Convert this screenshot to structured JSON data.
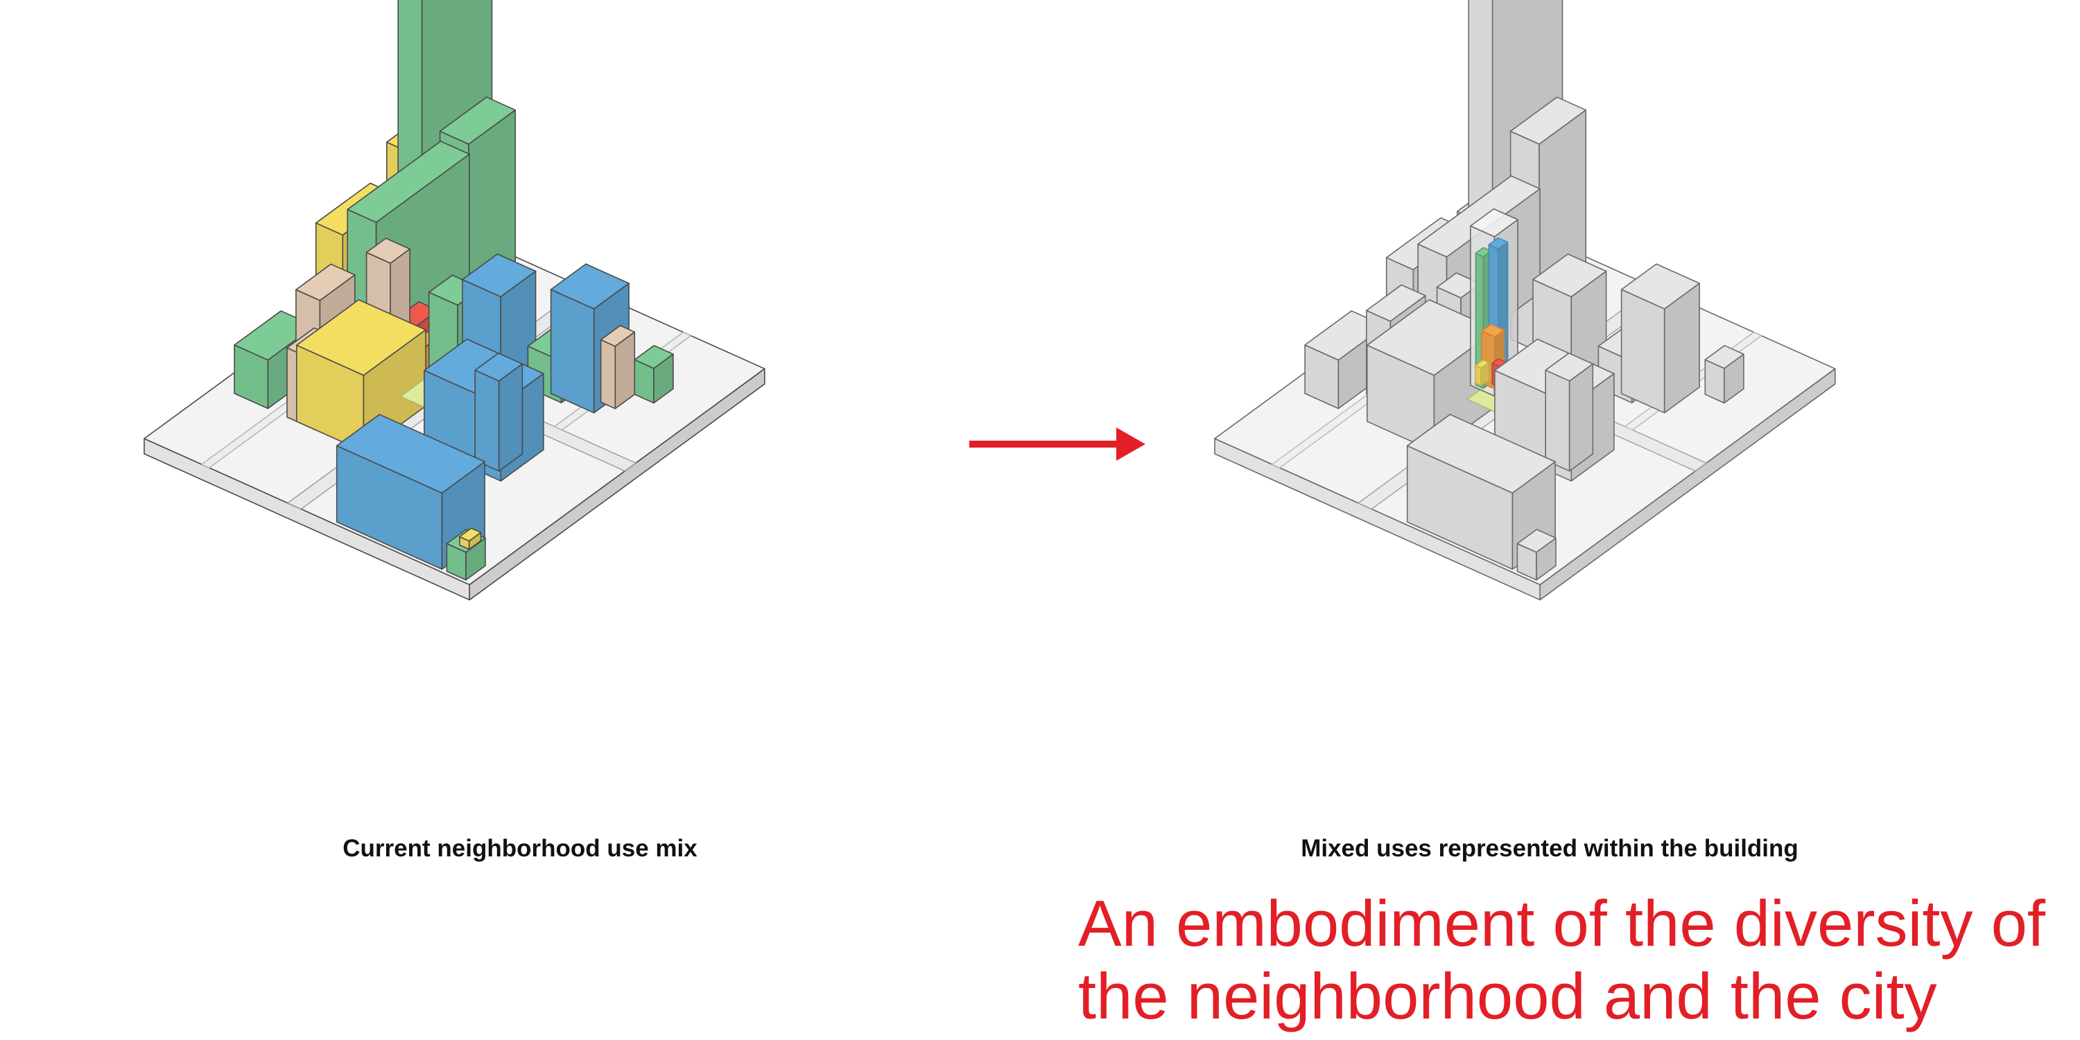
{
  "left_diagram": {
    "caption": "Current neighborhood use mix",
    "palette": {
      "green": "#7dcc96",
      "yellow": "#f4de62",
      "blue": "#62abdc",
      "tan": "#e5cdb5",
      "red": "#ed5a4c",
      "orange": "#f1a24a",
      "lime": "#dcec9c",
      "base": "#f3f3f3",
      "outline": "#4a4a4a"
    }
  },
  "right_diagram": {
    "caption": "Mixed uses represented within the building",
    "palette": {
      "grey": "#e6e6e6",
      "base": "#f3f3f3",
      "plaza": "#dcec9c",
      "outline": "#6a6a6a"
    }
  },
  "arrow": {
    "color": "#e21f26",
    "icon": "arrow-right-icon"
  },
  "headline": {
    "line1": "An embodiment of the diversity of",
    "line2": "the neighborhood and the city",
    "color": "#e21f26"
  }
}
